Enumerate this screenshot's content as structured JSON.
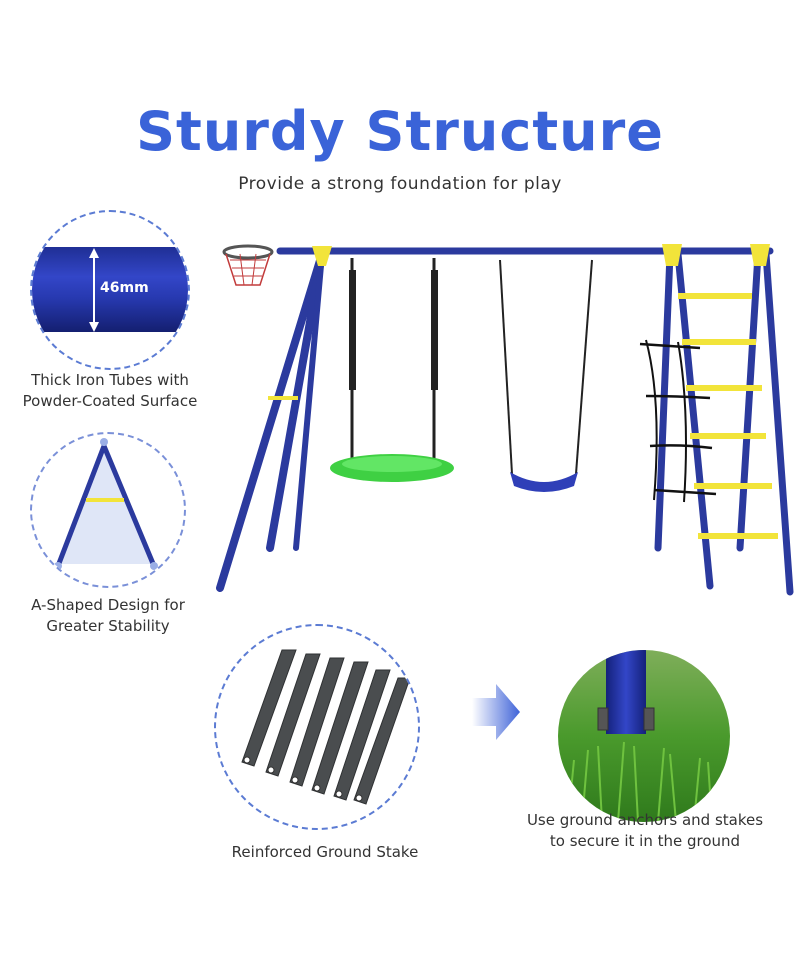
{
  "header": {
    "title": "Sturdy Structure",
    "subtitle": "Provide a strong foundation for play"
  },
  "features": {
    "tube": {
      "measurement": "46mm",
      "caption_line1": "Thick Iron Tubes with",
      "caption_line2": "Powder-Coated Surface"
    },
    "a_frame": {
      "caption_line1": "A-Shaped Design for",
      "caption_line2": "Greater Stability"
    },
    "stake": {
      "caption": "Reinforced Ground Stake"
    },
    "anchor": {
      "caption_line1": "Use ground anchors and stakes",
      "caption_line2": "to secure it in the ground"
    }
  },
  "colors": {
    "frame_blue": "#2b3a9e",
    "accent_yellow": "#f2e43a",
    "title_blue": "#3a63d8",
    "swing_green": "#3fd043",
    "grass_green": "#4a9a2c"
  },
  "icons": {
    "arrow": "arrow-right-icon"
  }
}
